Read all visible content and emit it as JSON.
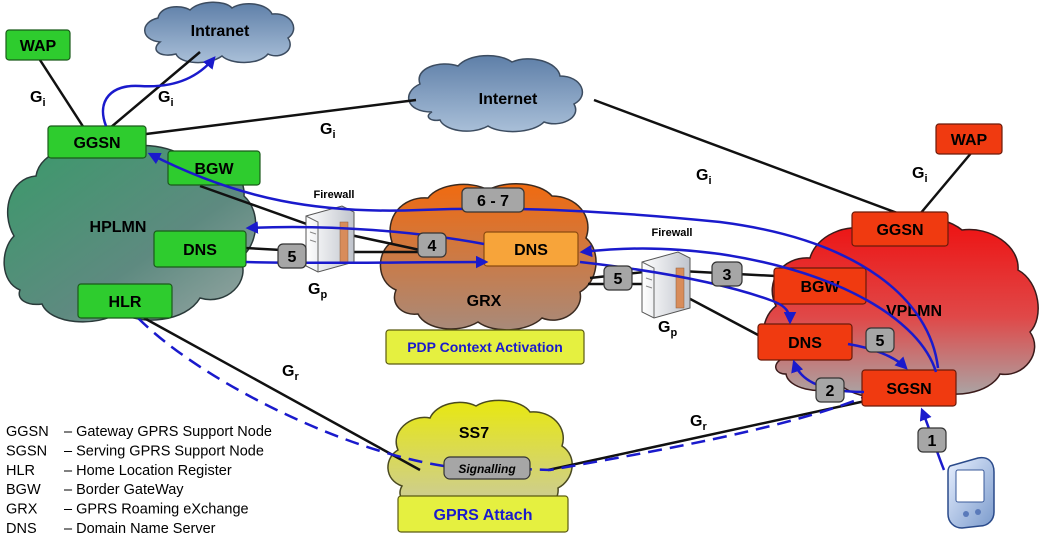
{
  "clouds": {
    "intranet": "Intranet",
    "internet": "Internet",
    "hplmn": "HPLMN",
    "grx": "GRX",
    "vplmn": "VPLMN",
    "ss7": "SS7"
  },
  "nodes": {
    "wap_home": "WAP",
    "ggsn_home": "GGSN",
    "bgw_home": "BGW",
    "dns_home": "DNS",
    "hlr": "HLR",
    "dns_grx": "DNS",
    "wap_visited": "WAP",
    "ggsn_visited": "GGSN",
    "bgw_visited": "BGW",
    "dns_visited": "DNS",
    "sgsn": "SGSN"
  },
  "interfaces": {
    "gi_wap": {
      "main": "G",
      "sub": "i"
    },
    "gi_intranet": {
      "main": "G",
      "sub": "i"
    },
    "gi_internet": {
      "main": "G",
      "sub": "i"
    },
    "gi_visited_internet": {
      "main": "G",
      "sub": "i"
    },
    "gi_visited_wap": {
      "main": "G",
      "sub": "i"
    },
    "gp_left": {
      "main": "G",
      "sub": "p"
    },
    "gp_right": {
      "main": "G",
      "sub": "p"
    },
    "gr_hlr": {
      "main": "G",
      "sub": "r"
    },
    "gr_sgsn": {
      "main": "G",
      "sub": "r"
    }
  },
  "firewalls": {
    "left": "Firewall",
    "right": "Firewall"
  },
  "steps": {
    "step_1": "1",
    "step_2": "2",
    "step_3": "3",
    "step_4": "4",
    "step_5_left": "5",
    "step_5_mid": "5",
    "step_5_right": "5",
    "step_6_7": "6 - 7"
  },
  "signalling": "Signalling",
  "banners": {
    "pdp": "PDP Context Activation",
    "attach": "GPRS Attach"
  },
  "legend": [
    {
      "abbr": "GGSN",
      "desc": "– Gateway GPRS Support Node"
    },
    {
      "abbr": "SGSN",
      "desc": "– Serving GPRS Support Node"
    },
    {
      "abbr": "HLR",
      "desc": "– Home Location Register"
    },
    {
      "abbr": "BGW",
      "desc": "– Border GateWay"
    },
    {
      "abbr": "GRX",
      "desc": "– GPRS Roaming eXchange"
    },
    {
      "abbr": "DNS",
      "desc": "– Domain Name Server"
    }
  ],
  "colors": {
    "home_node": "#2ecc2e",
    "visited_node": "#f03a10",
    "grx_dns": "#f7a43a",
    "flow_arrow": "#1a1acc",
    "step_box": "#a6a6a6",
    "banner": "#e5f040"
  },
  "icons": {
    "firewall": "server-tower-icon",
    "mobile": "handheld-phone-icon"
  }
}
